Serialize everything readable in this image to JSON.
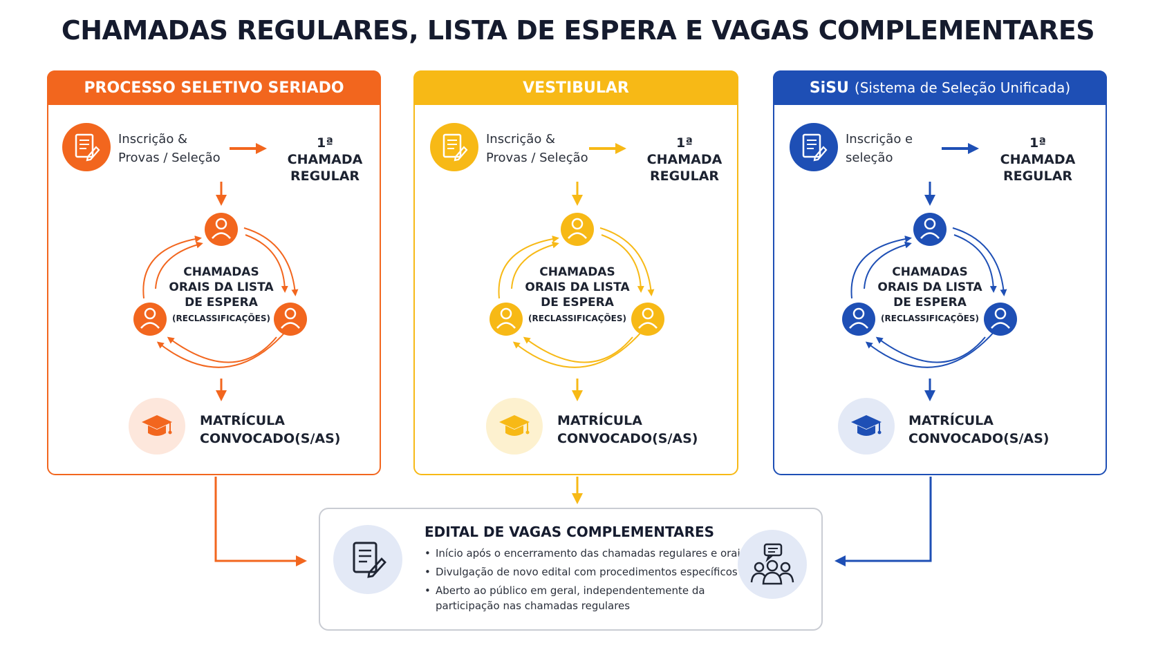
{
  "title": "CHAMADAS REGULARES, LISTA DE ESPERA E VAGAS COMPLEMENTARES",
  "colors": {
    "orange": "#f2661e",
    "yellow": "#f7b916",
    "blue": "#1e4fb5"
  },
  "panels": [
    {
      "header": "PROCESSO SELETIVO SERIADO",
      "header_sub": "",
      "step_line1": "Inscrição &",
      "step_line2": "Provas / Seleção",
      "call_line1": "1ª CHAMADA",
      "call_line2": "REGULAR",
      "cycle_line1": "CHAMADAS",
      "cycle_line2": "ORAIS DA LISTA",
      "cycle_line3": "DE ESPERA",
      "cycle_sub": "(RECLASSIFICAÇÕES)",
      "mat_line1": "MATRÍCULA",
      "mat_line2": "CONVOCADO(S/AS)"
    },
    {
      "header": "VESTIBULAR",
      "header_sub": "",
      "step_line1": "Inscrição &",
      "step_line2": "Provas / Seleção",
      "call_line1": "1ª CHAMADA",
      "call_line2": "REGULAR",
      "cycle_line1": "CHAMADAS",
      "cycle_line2": "ORAIS DA LISTA",
      "cycle_line3": "DE ESPERA",
      "cycle_sub": "(RECLASSIFICAÇÕES)",
      "mat_line1": "MATRÍCULA",
      "mat_line2": "CONVOCADO(S/AS)"
    },
    {
      "header": "SiSU",
      "header_sub": "(Sistema de Seleção Unificada)",
      "step_line1": "Inscrição e",
      "step_line2": "seleção",
      "call_line1": "1ª CHAMADA",
      "call_line2": "REGULAR",
      "cycle_line1": "CHAMADAS",
      "cycle_line2": "ORAIS DA LISTA",
      "cycle_line3": "DE ESPERA",
      "cycle_sub": "(RECLASSIFICAÇÕES)",
      "mat_line1": "MATRÍCULA",
      "mat_line2": "CONVOCADO(S/AS)"
    }
  ],
  "complementares": {
    "title": "EDITAL DE VAGAS COMPLEMENTARES",
    "bullets": [
      "Início após o encerramento das chamadas regulares e orais",
      "Divulgação de novo edital com procedimentos específicos",
      "Aberto ao público em geral, independentemente da",
      "participação nas chamadas regulares"
    ]
  },
  "icons": {
    "step": "form-edit-icon",
    "person": "person-icon",
    "graduation": "graduation-cap-icon",
    "document": "document-edit-icon",
    "group": "group-chat-icon"
  }
}
